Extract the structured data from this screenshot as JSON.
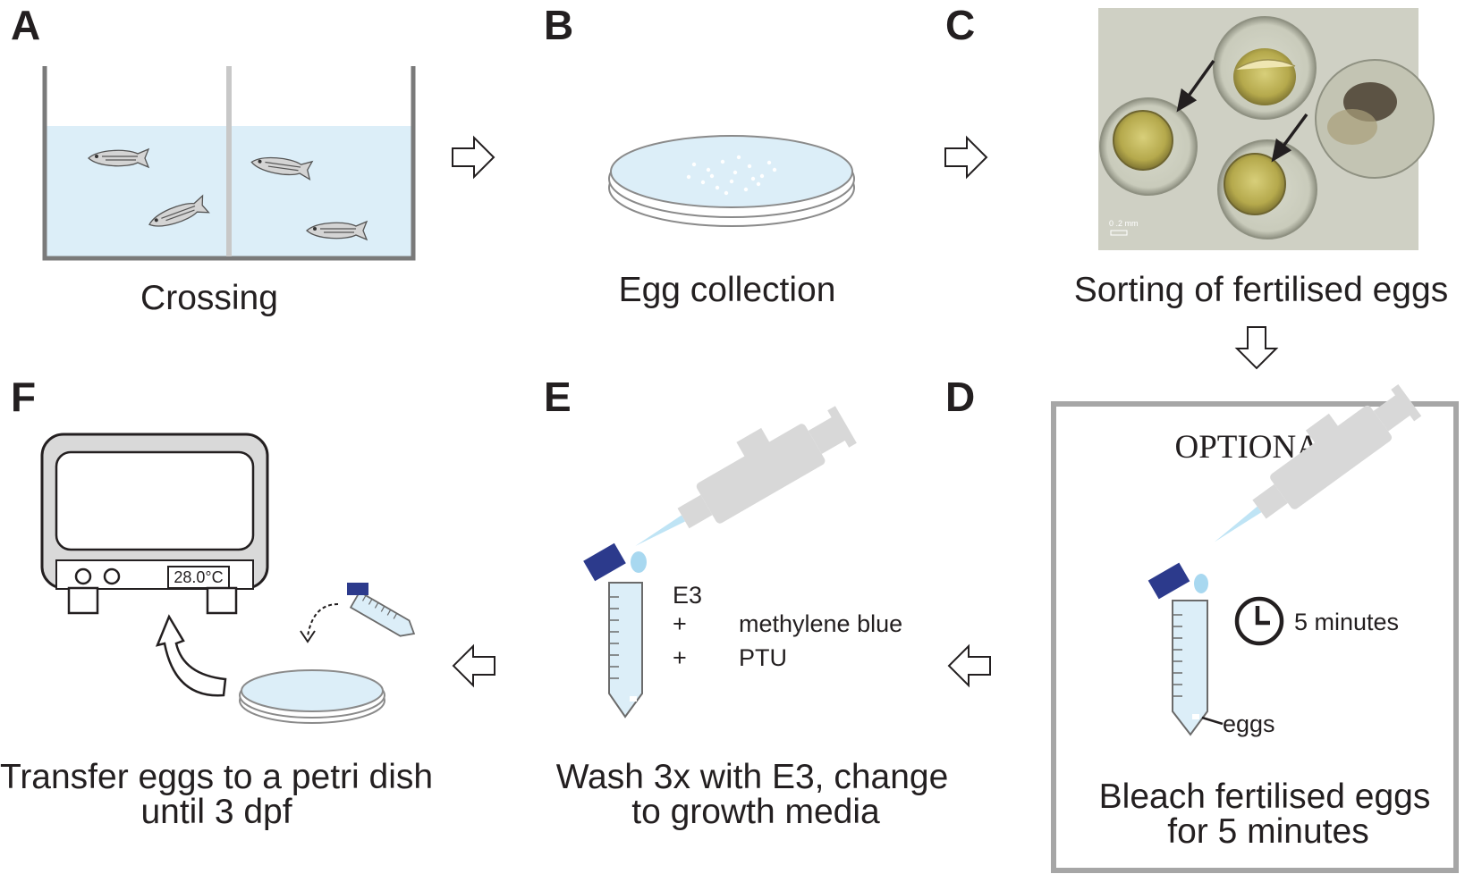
{
  "panels": {
    "A": {
      "letter": "A",
      "caption": "Crossing"
    },
    "B": {
      "letter": "B",
      "caption": "Egg collection"
    },
    "C": {
      "letter": "C",
      "caption": "Sorting of fertilised eggs",
      "scale_text": "0 .2 mm"
    },
    "D": {
      "letter": "D",
      "header": "OPTIONAL",
      "timer_text": "5 minutes",
      "eggs_label": "eggs",
      "caption_line1": "Bleach fertilised eggs",
      "caption_line2": "for 5 minutes"
    },
    "E": {
      "letter": "E",
      "medium": "E3",
      "plus": "+",
      "additive1": "methylene blue",
      "additive2": "PTU",
      "caption_line1": "Wash 3x with E3, change",
      "caption_line2": "to growth media"
    },
    "F": {
      "letter": "F",
      "temperature": "28.0°C",
      "caption_line1": "Transfer eggs to a petri dish",
      "caption_line2": "until 3 dpf"
    }
  },
  "colors": {
    "water": "#dceef8",
    "tank_wall": "#7a7a7a",
    "tube_cap": "#2c3a8c",
    "pipette": "#d8d8d8",
    "optional_border": "#a6a6a6",
    "text": "#231f20"
  },
  "icons": [
    "fish-icon",
    "petri-dish-icon",
    "pipette-icon",
    "falcon-tube-icon",
    "clock-icon",
    "incubator-icon",
    "flow-arrow-icon"
  ]
}
